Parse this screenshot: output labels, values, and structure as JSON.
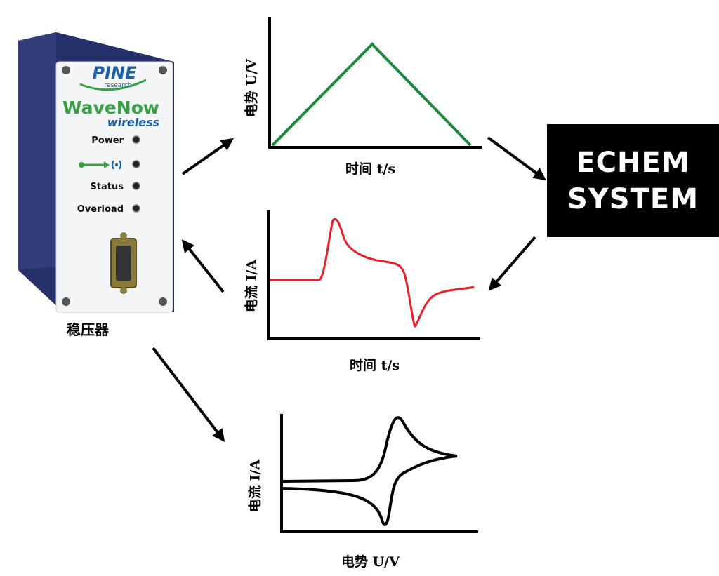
{
  "device": {
    "brand": "PINE",
    "brand_sub": "research",
    "product_line1": "WaveNow",
    "product_line2": "wireless",
    "leds": [
      "Power",
      "",
      "Status",
      "Overload"
    ],
    "caption": "稳压器",
    "colors": {
      "body": "#2a3566",
      "panel": "#f4f5f7",
      "brand": "#1b5fa8",
      "accent": "#3aa046"
    }
  },
  "system": {
    "line1": "ECHEM",
    "line2": "SYSTEM"
  },
  "charts": [
    {
      "type": "line",
      "ylabel": "电势 U/V",
      "xlabel": "时间 t/s",
      "color": "#1a8a3a",
      "shape": "triangular potential sweep"
    },
    {
      "type": "line",
      "ylabel": "电流 I/A",
      "xlabel": "时间 t/s",
      "color": "#e8202a",
      "shape": "current transient"
    },
    {
      "type": "line",
      "ylabel": "电流 I/A",
      "xlabel": "电势 U/V",
      "color": "#000000",
      "shape": "cyclic voltammogram"
    }
  ],
  "arrows": [
    "device-to-potential",
    "potential-to-system",
    "system-to-current",
    "current-to-device",
    "device-to-cv"
  ]
}
